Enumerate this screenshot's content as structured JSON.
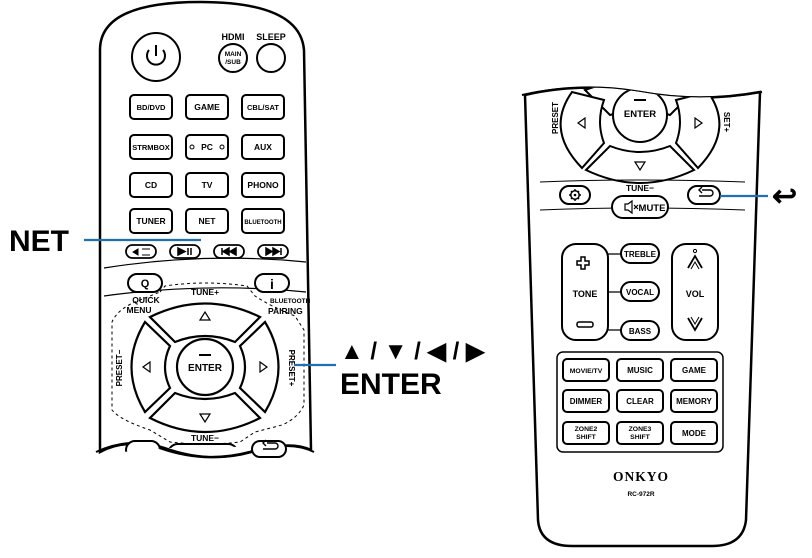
{
  "callouts": {
    "net": "NET",
    "arrows": "▲ / ▼ / ◀ / ▶",
    "enter": "ENTER",
    "return_symbol": "↩"
  },
  "left_remote": {
    "power_icon": "power-icon",
    "hdmi_label": "HDMI",
    "hdmi_button": "MAIN\n/SUB",
    "sleep_label": "SLEEP",
    "input_buttons": [
      [
        "BD/DVD",
        "GAME",
        "CBL/SAT"
      ],
      [
        "STRMBOX",
        "PC",
        "AUX"
      ],
      [
        "CD",
        "TV",
        "PHONO"
      ],
      [
        "TUNER",
        "NET",
        "BLUETOOTH"
      ]
    ],
    "transport_icons": [
      "repeat-icon",
      "play-pause-icon",
      "previous-icon",
      "next-icon"
    ],
    "q_button": "Q",
    "quick_menu_label": "QUICK\nMENU",
    "info_button": "i",
    "bluetooth_pairing_label": "BLUETOOTH\nPAIRING",
    "tune_plus_label": "TUNE+",
    "tune_minus_label": "TUNE−",
    "preset_minus_label": "PRESET−",
    "preset_plus_label": "PRESET+",
    "enter_button": "ENTER"
  },
  "right_remote": {
    "preset_minus_label": "PRESET",
    "preset_plus_label": "SET+",
    "enter_button": "ENTER",
    "tune_minus_label": "TUNE−",
    "mute_button": "MUTE",
    "treble_button": "TREBLE",
    "vocal_button": "VOCAL",
    "bass_button": "BASS",
    "tone_label": "TONE",
    "vol_label": "VOL",
    "mode_buttons": [
      [
        "MOVIE/TV",
        "MUSIC",
        "GAME"
      ],
      [
        "DIMMER",
        "CLEAR",
        "MEMORY"
      ],
      [
        "ZONE2\nSHIFT",
        "ZONE3\nSHIFT",
        "MODE"
      ]
    ],
    "brand": "ONKYO",
    "model": "RC-972R"
  },
  "colors": {
    "callout_line": "#1f6fb2",
    "outline": "#000000",
    "remote_fill": "#ffffff"
  }
}
